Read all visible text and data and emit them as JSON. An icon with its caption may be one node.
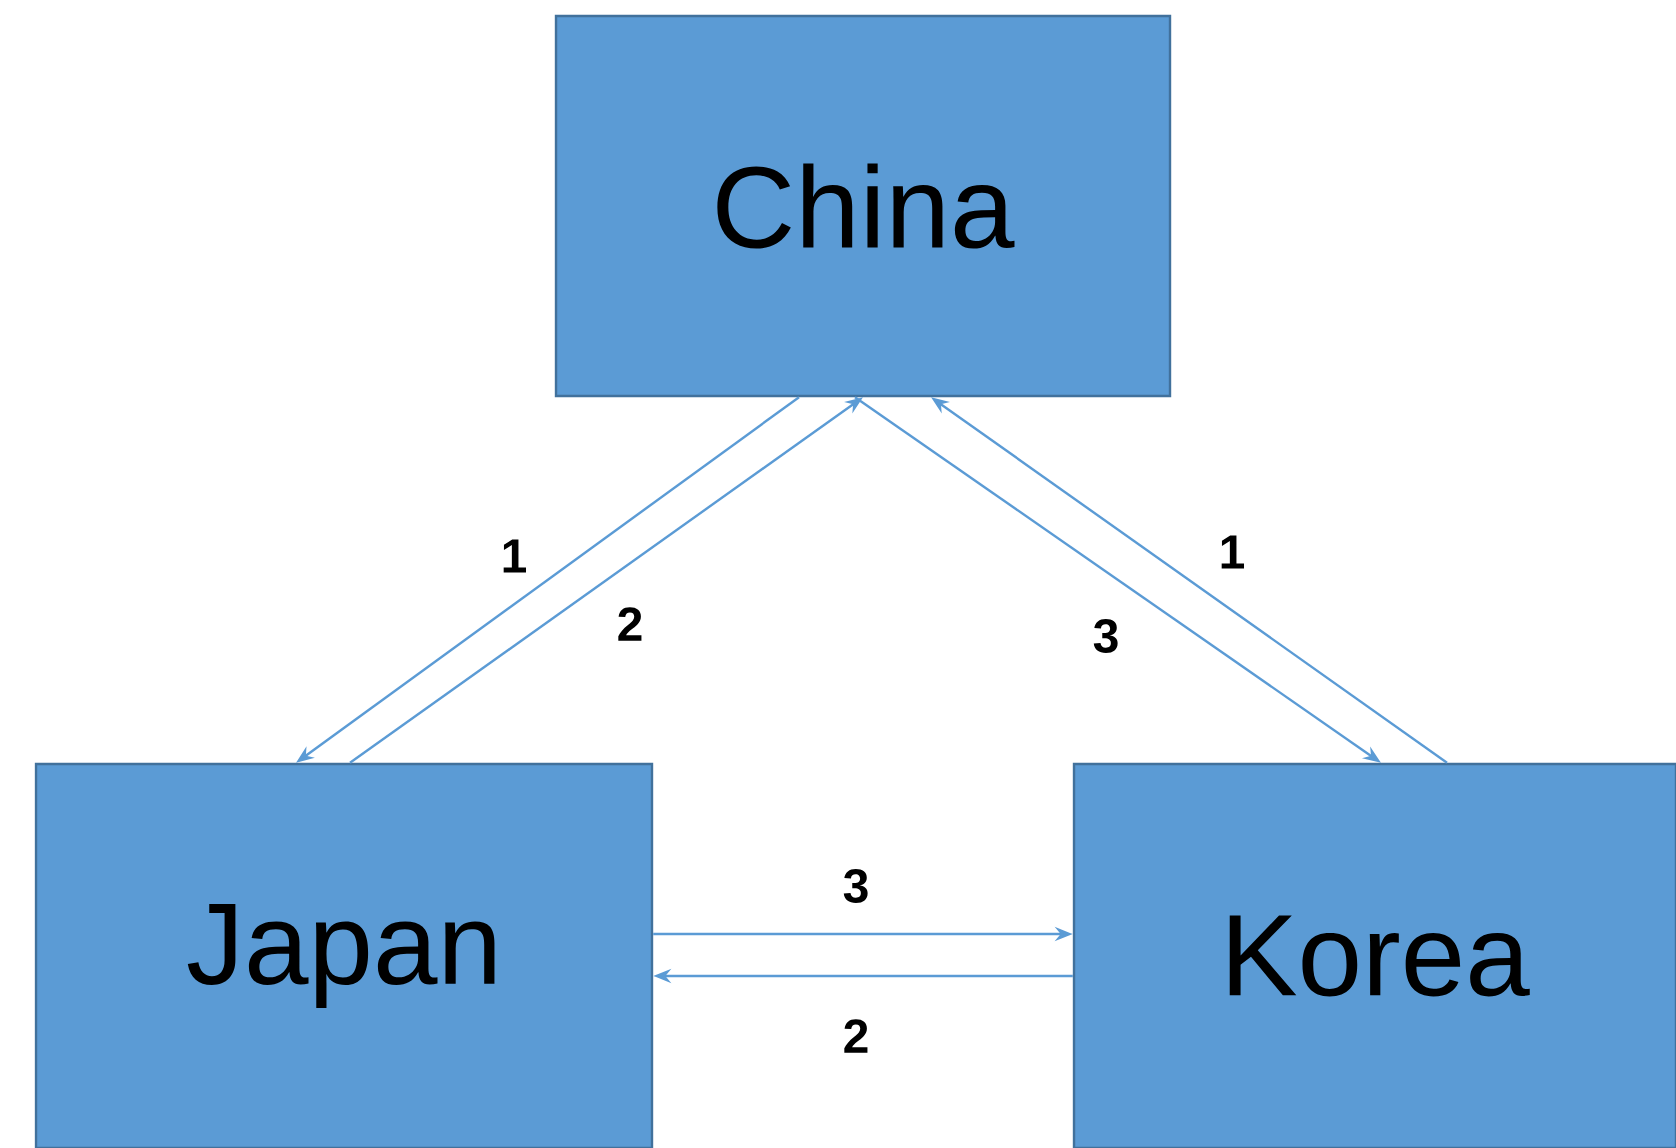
{
  "diagram": {
    "nodes": [
      {
        "text": [
          "China"
        ]
      },
      {
        "text": [
          "Japan"
        ]
      },
      {
        "text": [
          "Korea"
        ]
      }
    ],
    "edges": [
      {
        "from": 0,
        "to": 1,
        "arrow": "to",
        "label": "1"
      },
      {
        "from": 1,
        "to": 0,
        "arrow": "to",
        "label": "2"
      },
      {
        "from": 0,
        "to": 2,
        "arrow": "to",
        "label": "3"
      },
      {
        "from": 2,
        "to": 0,
        "arrow": "to",
        "label": "1"
      },
      {
        "from": 1,
        "to": 2,
        "arrow": "to",
        "label": "3"
      },
      {
        "from": 2,
        "to": 1,
        "arrow": "to",
        "label": "2"
      }
    ]
  }
}
